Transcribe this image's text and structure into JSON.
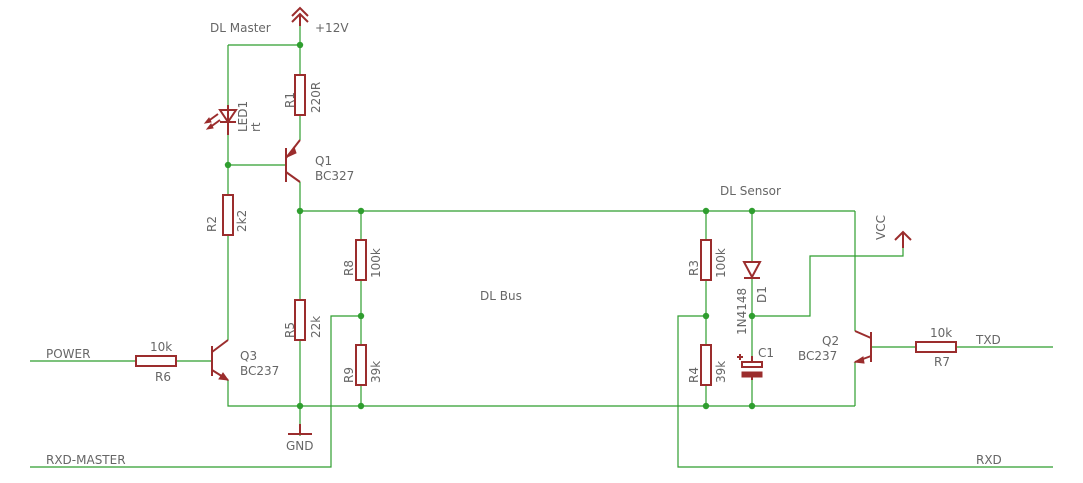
{
  "labels": {
    "dl_master": "DL Master",
    "dl_sensor": "DL Sensor",
    "dl_bus": "DL Bus",
    "plus12v": "+12V",
    "vcc": "VCC",
    "gnd": "GND"
  },
  "signals": {
    "power": "POWER",
    "rxd_master": "RXD-MASTER",
    "rxd": "RXD",
    "txd": "TXD"
  },
  "components": {
    "r1": {
      "name": "R1",
      "value": "220R"
    },
    "r2": {
      "name": "R2",
      "value": "2k2"
    },
    "r3": {
      "name": "R3",
      "value": "100k"
    },
    "r4": {
      "name": "R4",
      "value": "39k"
    },
    "r5": {
      "name": "R5",
      "value": "22k"
    },
    "r6": {
      "name": "R6",
      "value": "10k"
    },
    "r7": {
      "name": "R7",
      "value": "10k"
    },
    "r8": {
      "name": "R8",
      "value": "100k"
    },
    "r9": {
      "name": "R9",
      "value": "39k"
    },
    "led1": {
      "name": "LED1",
      "value": "rt"
    },
    "d1": {
      "name": "D1",
      "value": "1N4148"
    },
    "c1": {
      "name": "C1"
    },
    "q1": {
      "name": "Q1",
      "value": "BC327"
    },
    "q2": {
      "name": "Q2",
      "value": "BC237"
    },
    "q3": {
      "name": "Q3",
      "value": "BC237"
    }
  },
  "colors": {
    "wire": "#2f9e2f",
    "part": "#9b2d2d",
    "text": "#666666"
  }
}
